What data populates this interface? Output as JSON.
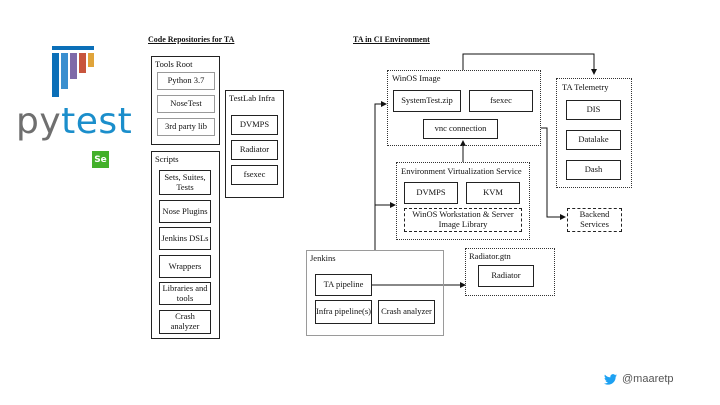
{
  "logo": {
    "text_py": "py",
    "text_test": "test",
    "badge": "Se",
    "bar_colors": [
      "#0b6fb8",
      "#3a8fcf",
      "#7f6aa8",
      "#c8553d",
      "#e0a43a"
    ]
  },
  "left_section": {
    "title": "Code Repositories for TA",
    "tools_root": {
      "title": "Tools Root",
      "items": [
        "Python 3.7",
        "NoseTest",
        "3rd party lib"
      ]
    },
    "testlab_infra": {
      "title": "TestLab Infra",
      "items": [
        "DVMPS",
        "Radiator",
        "fsexec"
      ]
    },
    "scripts": {
      "title": "Scripts",
      "items": [
        "Sets, Suites, Tests",
        "Nose Plugins",
        "Jenkins DSLs",
        "Wrappers",
        "Libraries and tools",
        "Crash analyzer"
      ]
    }
  },
  "right_section": {
    "title": "TA in CI Environment",
    "winos_image": {
      "title": "WinOS Image",
      "items": [
        "SystemTest.zip",
        "fsexec",
        "vnc connection"
      ]
    },
    "env_virtualization": {
      "title": "Environment Virtualization Service",
      "items": [
        "DVMPS",
        "KVM",
        "WinOS Workstation & Server Image Library"
      ]
    },
    "ta_telemetry": {
      "title": "TA Telemetry",
      "items": [
        "DIS",
        "Datalake",
        "Dash"
      ]
    },
    "backend_services": "Backend Services",
    "jenkins": {
      "title": "Jenkins",
      "items": [
        "TA pipeline",
        "Infra pipeline(s)",
        "Crash analyzer"
      ]
    },
    "radiator_gtn": {
      "title": "Radiator.gtn",
      "items": [
        "Radiator"
      ]
    }
  },
  "footer": {
    "twitter_handle": "@maaretp"
  },
  "colors": {
    "twitter": "#1da1f2",
    "pytest_blue": "#1b8ecb",
    "pytest_grey": "#6f6f6f",
    "selenium_green": "#43b02a"
  }
}
